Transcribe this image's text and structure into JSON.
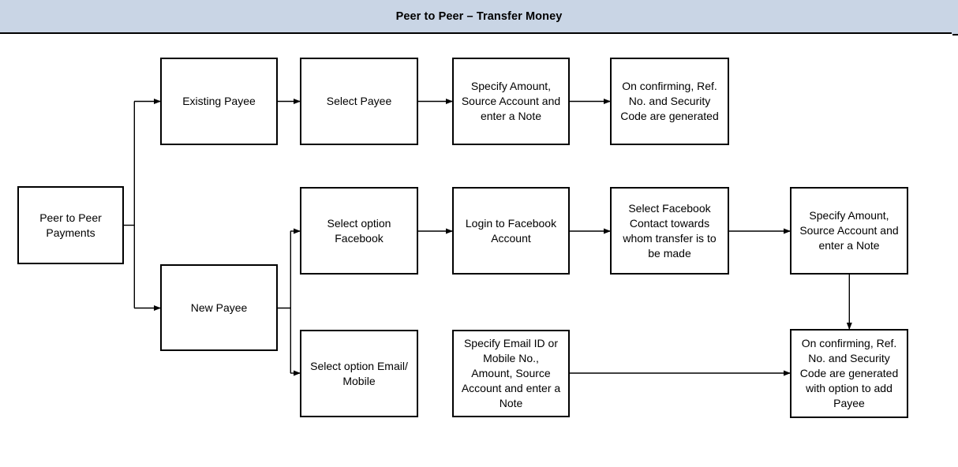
{
  "header": {
    "title": "Peer to Peer – Transfer Money"
  },
  "colors": {
    "header_bg": "#C9D5E5",
    "box_border": "#000000",
    "connector": "#000000",
    "text": "#000000",
    "canvas_bg": "#FFFFFF"
  },
  "flowchart": {
    "nodes": [
      {
        "id": "peer-to-peer-payments",
        "label": "Peer to Peer\nPayments"
      },
      {
        "id": "existing-payee",
        "label": "Existing Payee"
      },
      {
        "id": "select-payee",
        "label": "Select Payee"
      },
      {
        "id": "specify-amount-existing",
        "label": "Specify Amount,\nSource Account and\nenter a Note"
      },
      {
        "id": "confirm-existing",
        "label": "On confirming, Ref.\nNo. and Security\nCode are generated"
      },
      {
        "id": "new-payee",
        "label": "New Payee"
      },
      {
        "id": "select-option-facebook",
        "label": "Select option\nFacebook"
      },
      {
        "id": "login-facebook",
        "label": "Login to Facebook\nAccount"
      },
      {
        "id": "select-facebook-contact",
        "label": "Select Facebook\nContact towards\nwhom transfer is to\nbe made"
      },
      {
        "id": "specify-amount-facebook",
        "label": "Specify Amount,\nSource Account and\nenter a Note"
      },
      {
        "id": "select-option-email-mobile",
        "label": "Select option Email/\nMobile"
      },
      {
        "id": "specify-email-mobile",
        "label": "Specify Email ID or\nMobile No.,\nAmount, Source\nAccount and enter a\nNote"
      },
      {
        "id": "confirm-new-payee",
        "label": "On confirming, Ref.\nNo. and Security\nCode are generated\nwith option to add\nPayee"
      }
    ]
  }
}
